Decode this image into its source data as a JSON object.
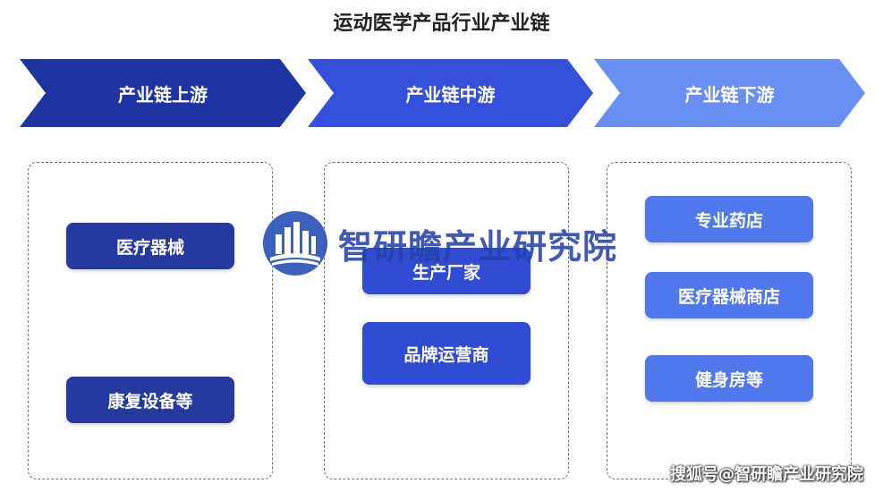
{
  "title": "运动医学产品行业产业链",
  "stages": [
    {
      "label": "产业链上游",
      "color": "#1f34a3",
      "items": [
        "医疗器械",
        "康复设备等"
      ]
    },
    {
      "label": "产业链中游",
      "color": "#3551dc",
      "items": [
        "生产厂家",
        "品牌运营商"
      ]
    },
    {
      "label": "产业链下游",
      "color": "#6a8ff2",
      "items": [
        "专业药店",
        "医疗器械商店",
        "健身房等"
      ]
    }
  ],
  "watermark": {
    "text": "智研瞻产业研究院",
    "icon": "city-building-logo-icon"
  },
  "source": "搜狐号@智研瞻产业研究院"
}
